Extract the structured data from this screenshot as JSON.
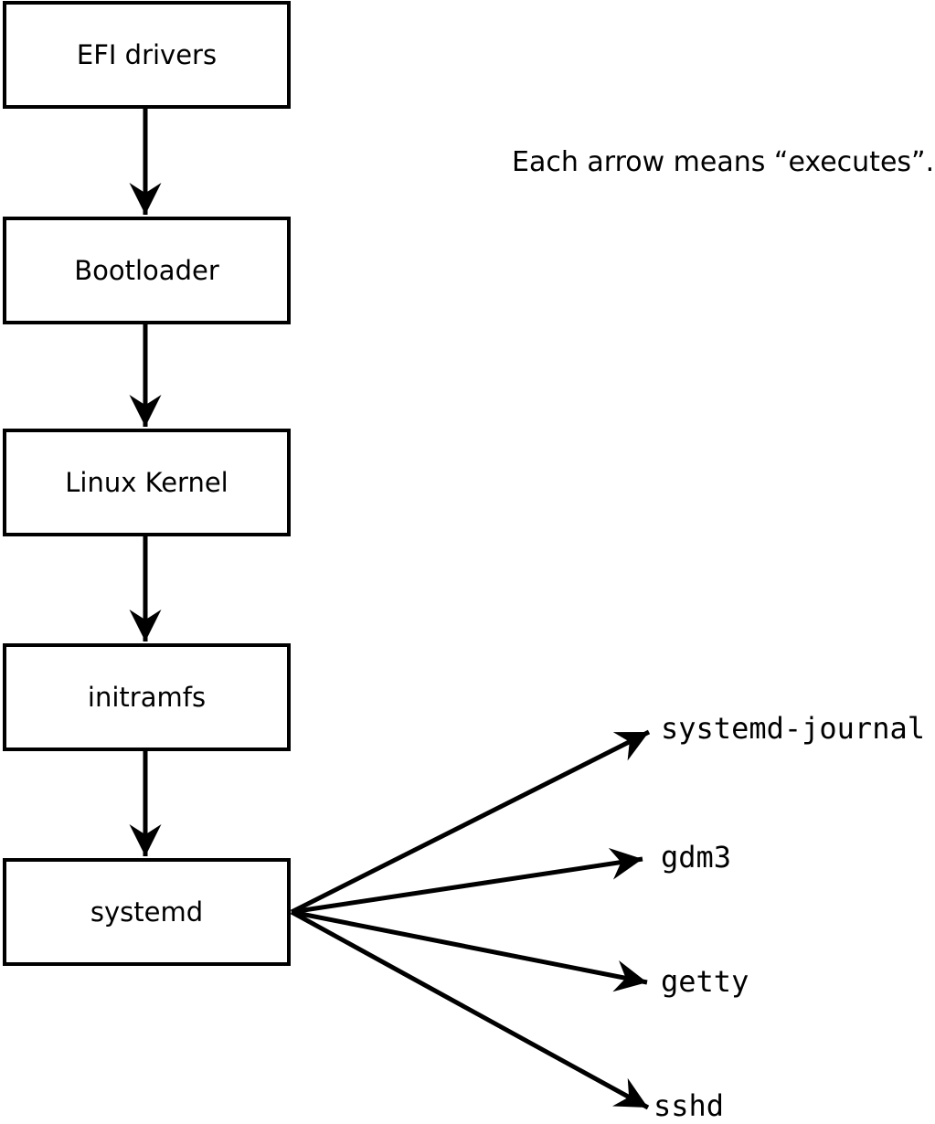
{
  "caption": "Each arrow means “executes”.",
  "colors": {
    "stroke": "#000000",
    "box_fill": "#ffffff",
    "background": "#ffffff"
  },
  "boxes": [
    {
      "label": "EFI drivers"
    },
    {
      "label": "Bootloader"
    },
    {
      "label": "Linux Kernel"
    },
    {
      "label": "initramfs"
    },
    {
      "label": "systemd"
    }
  ],
  "leaves": [
    {
      "label": "systemd-journal"
    },
    {
      "label": "gdm3"
    },
    {
      "label": "getty"
    },
    {
      "label": "sshd"
    }
  ],
  "edges": [
    {
      "from": "EFI drivers",
      "to": "Bootloader"
    },
    {
      "from": "Bootloader",
      "to": "Linux Kernel"
    },
    {
      "from": "Linux Kernel",
      "to": "initramfs"
    },
    {
      "from": "initramfs",
      "to": "systemd"
    },
    {
      "from": "systemd",
      "to": "systemd-journal"
    },
    {
      "from": "systemd",
      "to": "gdm3"
    },
    {
      "from": "systemd",
      "to": "getty"
    },
    {
      "from": "systemd",
      "to": "sshd"
    }
  ]
}
